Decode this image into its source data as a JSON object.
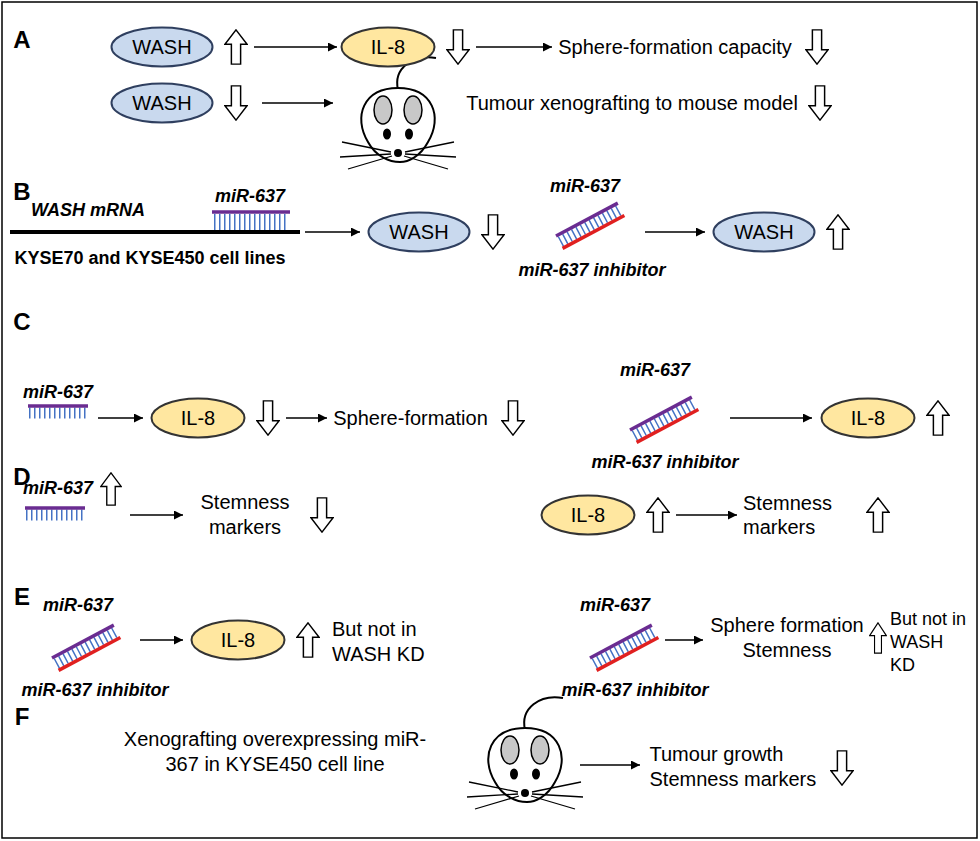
{
  "diagram": {
    "nodes": [
      {
        "text": [
          "WASH"
        ]
      },
      {
        "text": [
          "IL-8"
        ]
      },
      {
        "text": [
          "Sphere-formation capacity"
        ]
      },
      {
        "text": [
          "WASH"
        ]
      },
      {
        "text": [
          "WASH"
        ]
      },
      {
        "text": [
          "WASH"
        ]
      },
      {
        "text": [
          "IL-8"
        ]
      },
      {
        "text": [
          "Sphere-formation"
        ]
      },
      {
        "text": [
          "IL-8"
        ]
      },
      {
        "text": [
          "IL-8"
        ]
      },
      {
        "text": [
          "Stemness markers"
        ]
      },
      {
        "text": [
          "IL-8"
        ]
      }
    ],
    "edges": [
      {
        "from": 0,
        "to": 1,
        "arrow": "to"
      },
      {
        "from": 1,
        "to": 2,
        "arrow": "to"
      },
      {
        "from": 6,
        "to": 7,
        "arrow": "to"
      },
      {
        "from": 9,
        "to": 10,
        "arrow": "to"
      }
    ],
    "labels": [
      "A",
      "Tumour xenografting to mouse model",
      "B",
      "WASH mRNA",
      "miR-637",
      "KYSE70 and KYSE450 cell lines",
      "miR-637",
      "miR-637 inhibitor",
      "C",
      "miR-637",
      "miR-637",
      "miR-637 inhibitor",
      "D",
      "miR-637",
      "Stemness markers",
      "E",
      "miR-637",
      "miR-637 inhibitor",
      "But not in WASH KD",
      "miR-637",
      "miR-637 inhibitor",
      "Sphere formation Stemness",
      "But not in WASH KD",
      "F",
      "Xenografting overexpressing miR-367 in KYSE450 cell line",
      "Tumour growth Stemness markers"
    ]
  }
}
